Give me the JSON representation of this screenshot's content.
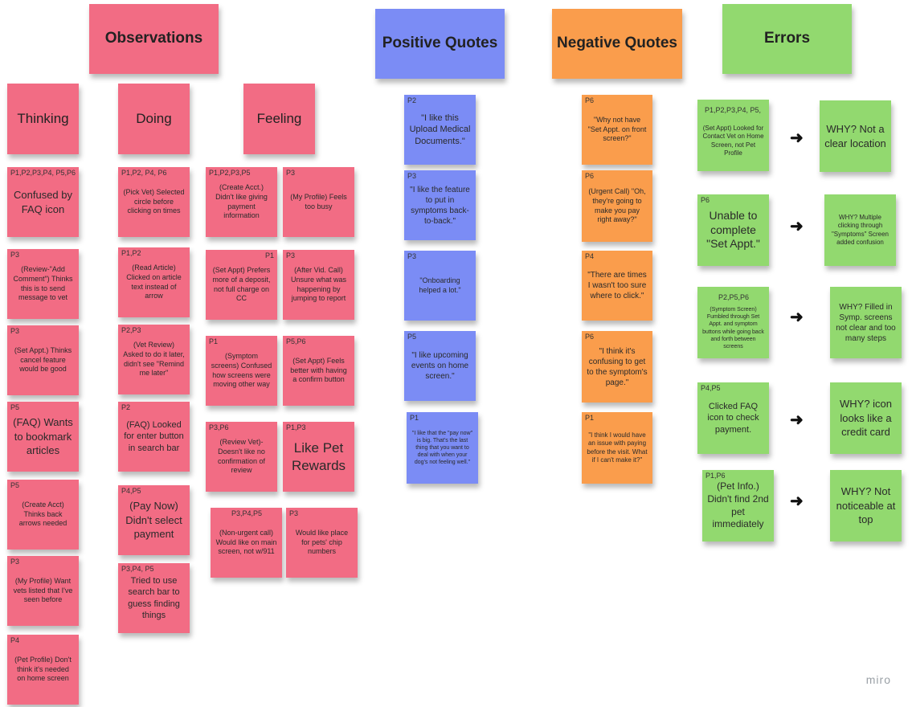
{
  "headers": {
    "observations": "Observations",
    "positive": "Positive Quotes",
    "negative": "Negative Quotes",
    "errors": "Errors"
  },
  "subheaders": {
    "thinking": "Thinking",
    "doing": "Doing",
    "feeling": "Feeling"
  },
  "thinking": [
    {
      "tag": "P1,P2,P3,P4, P5,P6",
      "text": "Confused by FAQ icon"
    },
    {
      "tag": "P3",
      "text": "(Review-\"Add Comment\") Thinks this is to send message to vet"
    },
    {
      "tag": "P3",
      "text": "(Set Appt.) Thinks cancel feature would be good"
    },
    {
      "tag": "P5",
      "text": "(FAQ) Wants to bookmark articles"
    },
    {
      "tag": "P5",
      "text": "(Create Acct) Thinks back arrows needed"
    },
    {
      "tag": "P3",
      "text": "(My Profile) Want vets listed that I've seen before"
    },
    {
      "tag": "P4",
      "text": "(Pet Profile) Don't think it's needed on home screen"
    }
  ],
  "doing": [
    {
      "tag": "P1,P2, P4, P6",
      "text": "(Pick Vet) Selected circle before clicking on times"
    },
    {
      "tag": "P1,P2",
      "text": "(Read Article) Clicked on article text instead of arrow"
    },
    {
      "tag": "P2,P3",
      "text": "(Vet Review) Asked to do it later, didn't see \"Remind me later\""
    },
    {
      "tag": "P2",
      "text": "(FAQ) Looked for enter button in search bar"
    },
    {
      "tag": "P4,P5",
      "text": "(Pay Now) Didn't select payment"
    },
    {
      "tag": "P3,P4, P5",
      "text": "Tried to use search bar to guess finding things"
    }
  ],
  "feeling": [
    {
      "tag": "P1,P2,P3,P5",
      "text": "(Create Acct.) Didn't like giving payment information"
    },
    {
      "tag": "P3",
      "text": "(My Profile) Feels too busy"
    },
    {
      "tag": "P1",
      "text": "(Set Appt) Prefers more of a deposit, not full charge on CC"
    },
    {
      "tag": "P3",
      "text": "(After Vid. Call) Unsure what was happening by jumping to report"
    },
    {
      "tag": "P1",
      "text": "(Symptom screens) Confused how screens were moving other way"
    },
    {
      "tag": "P5,P6",
      "text": "(Set Appt) Feels better with having a confirm button"
    },
    {
      "tag": "P3,P6",
      "text": "(Review Vet)- Doesn't like no confirmation of review"
    },
    {
      "tag": "P1,P3",
      "text": "Like Pet Rewards"
    },
    {
      "tag": "P3,P4,P5",
      "text": "(Non-urgent call) Would like on main screen, not w/911"
    },
    {
      "tag": "P3",
      "text": "Would like place for pets' chip numbers"
    }
  ],
  "positive": [
    {
      "tag": "P2",
      "text": "\"I like this Upload Medical Documents.\""
    },
    {
      "tag": "P3",
      "text": "\"I like the feature to put in symptoms back-to-back.\""
    },
    {
      "tag": "P3",
      "text": "\"Onboarding helped a lot.\""
    },
    {
      "tag": "P5",
      "text": "\"I like upcoming events on home screen.\""
    },
    {
      "tag": "P1",
      "text": "\"I like that the \"pay now\" is big. That's the last thing that you want to deal with when your dog's not feeling well.\""
    }
  ],
  "negative": [
    {
      "tag": "P6",
      "text": "\"Why not have \"Set Appt. on front screen?\""
    },
    {
      "tag": "P6",
      "text": "(Urgent Call) \"Oh, they're going to make you pay right away?\""
    },
    {
      "tag": "P4",
      "text": "\"There are times I wasn't too sure where to click.\""
    },
    {
      "tag": "P6",
      "text": "\"I think it's confusing to get to the symptom's page.\""
    },
    {
      "tag": "P1",
      "text": "\"I think I would have an issue with paying before the visit. What if I can't make it?\""
    }
  ],
  "errors": [
    {
      "tag": "P1,P2,P3,P4, P5,",
      "text": "(Set Appt) Looked for Contact Vet on Home Screen, not Pet Profile",
      "why": "WHY? Not a clear location"
    },
    {
      "tag": "P6",
      "text": "Unable to complete \"Set Appt.\"",
      "why": "WHY? Multiple clicking through \"Symptoms\" Screen added confusion"
    },
    {
      "tag": "P2,P5,P6",
      "text": "(Symptom Screen) Fumbled through Set Appt. and symptom buttons while going back and forth between screens",
      "why": "WHY? Filled in Symp. screens not clear and too many steps"
    },
    {
      "tag": "P4,P5",
      "text": "Clicked FAQ icon to check payment.",
      "why": "WHY? icon looks like a credit card"
    },
    {
      "tag": "P1,P6",
      "text": "(Pet Info.) Didn't find 2nd pet immediately",
      "why": "WHY? Not noticeable at top"
    }
  ],
  "arrow_glyph": "➜",
  "logo": "miro",
  "colors": {
    "pink": "#f26c84",
    "blue": "#7b8cf5",
    "orange": "#fa9d4c",
    "green": "#92d96f"
  }
}
